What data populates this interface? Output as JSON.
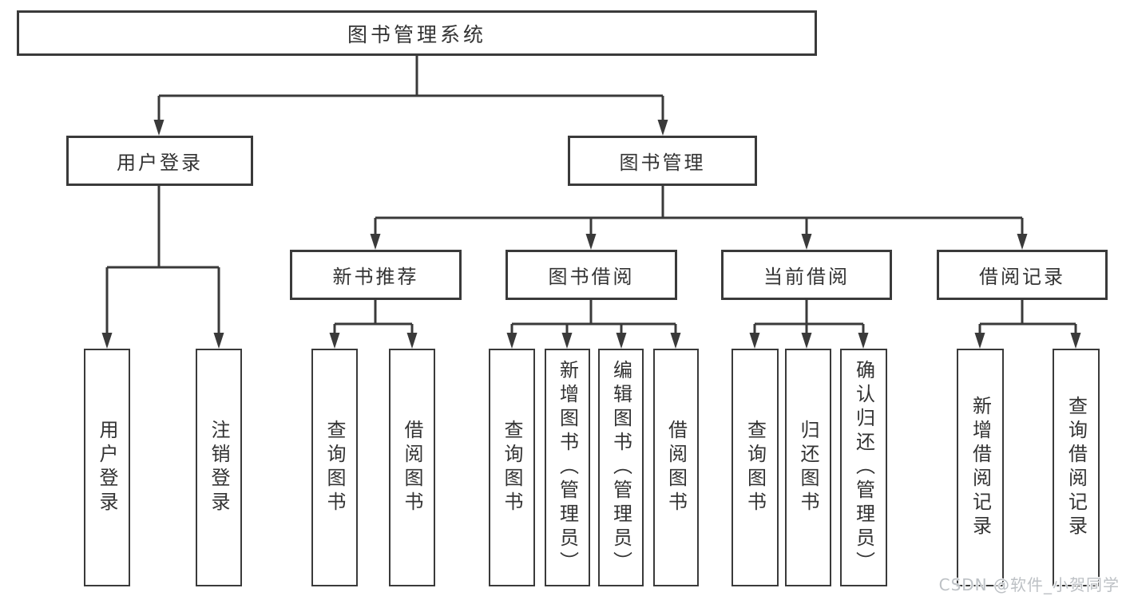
{
  "tree": {
    "root": "图书管理系统",
    "children": [
      {
        "label": "用户登录",
        "children": [
          {
            "label": "用户登录"
          },
          {
            "label": "注销登录"
          }
        ]
      },
      {
        "label": "图书管理",
        "children": [
          {
            "label": "新书推荐",
            "children": [
              {
                "label": "查询图书"
              },
              {
                "label": "借阅图书"
              }
            ]
          },
          {
            "label": "图书借阅",
            "children": [
              {
                "label": "查询图书"
              },
              {
                "label": "新增图书（管理员）"
              },
              {
                "label": "编辑图书（管理员）"
              },
              {
                "label": "借阅图书"
              }
            ]
          },
          {
            "label": "当前借阅",
            "children": [
              {
                "label": "查询图书"
              },
              {
                "label": "归还图书"
              },
              {
                "label": "确认归还（管理员）"
              }
            ]
          },
          {
            "label": "借阅记录",
            "children": [
              {
                "label": "新增借阅记录"
              },
              {
                "label": "查询借阅记录"
              }
            ]
          }
        ]
      }
    ]
  },
  "watermark": {
    "text": "CSDN @软件_小贺同学"
  },
  "colors": {
    "line": "#3a3a3a",
    "text": "#333333",
    "watermark": "#bdc1c5",
    "background": "#ffffff"
  }
}
